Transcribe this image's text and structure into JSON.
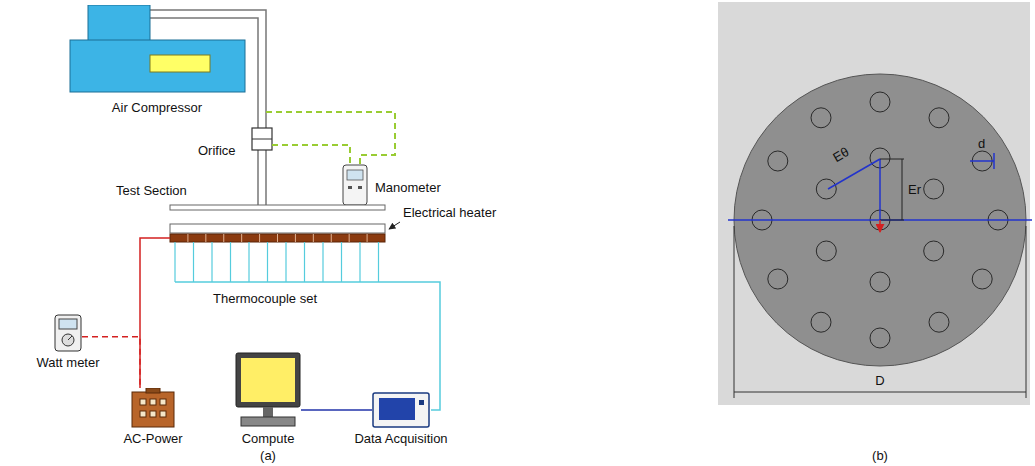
{
  "diagram": {
    "nodes": [
      {
        "text": [
          "Air Compressor"
        ]
      },
      {
        "text": [
          "Watt meter"
        ]
      },
      {
        "text": [
          "AC-Power"
        ]
      },
      {
        "text": [
          "Compute"
        ]
      },
      {
        "text": [
          "Data Acquisition"
        ]
      }
    ],
    "edges": [
      {
        "from": 1,
        "to": 2,
        "arrow": "none"
      },
      {
        "from": 3,
        "to": 4,
        "arrow": "none"
      }
    ],
    "labels": [
      "Orifice",
      "Manometer",
      "Test Section",
      "Electrical heater",
      "Thermocouple set",
      "(a)",
      "Eθ",
      "Er",
      "d",
      "D",
      "(b)"
    ]
  }
}
